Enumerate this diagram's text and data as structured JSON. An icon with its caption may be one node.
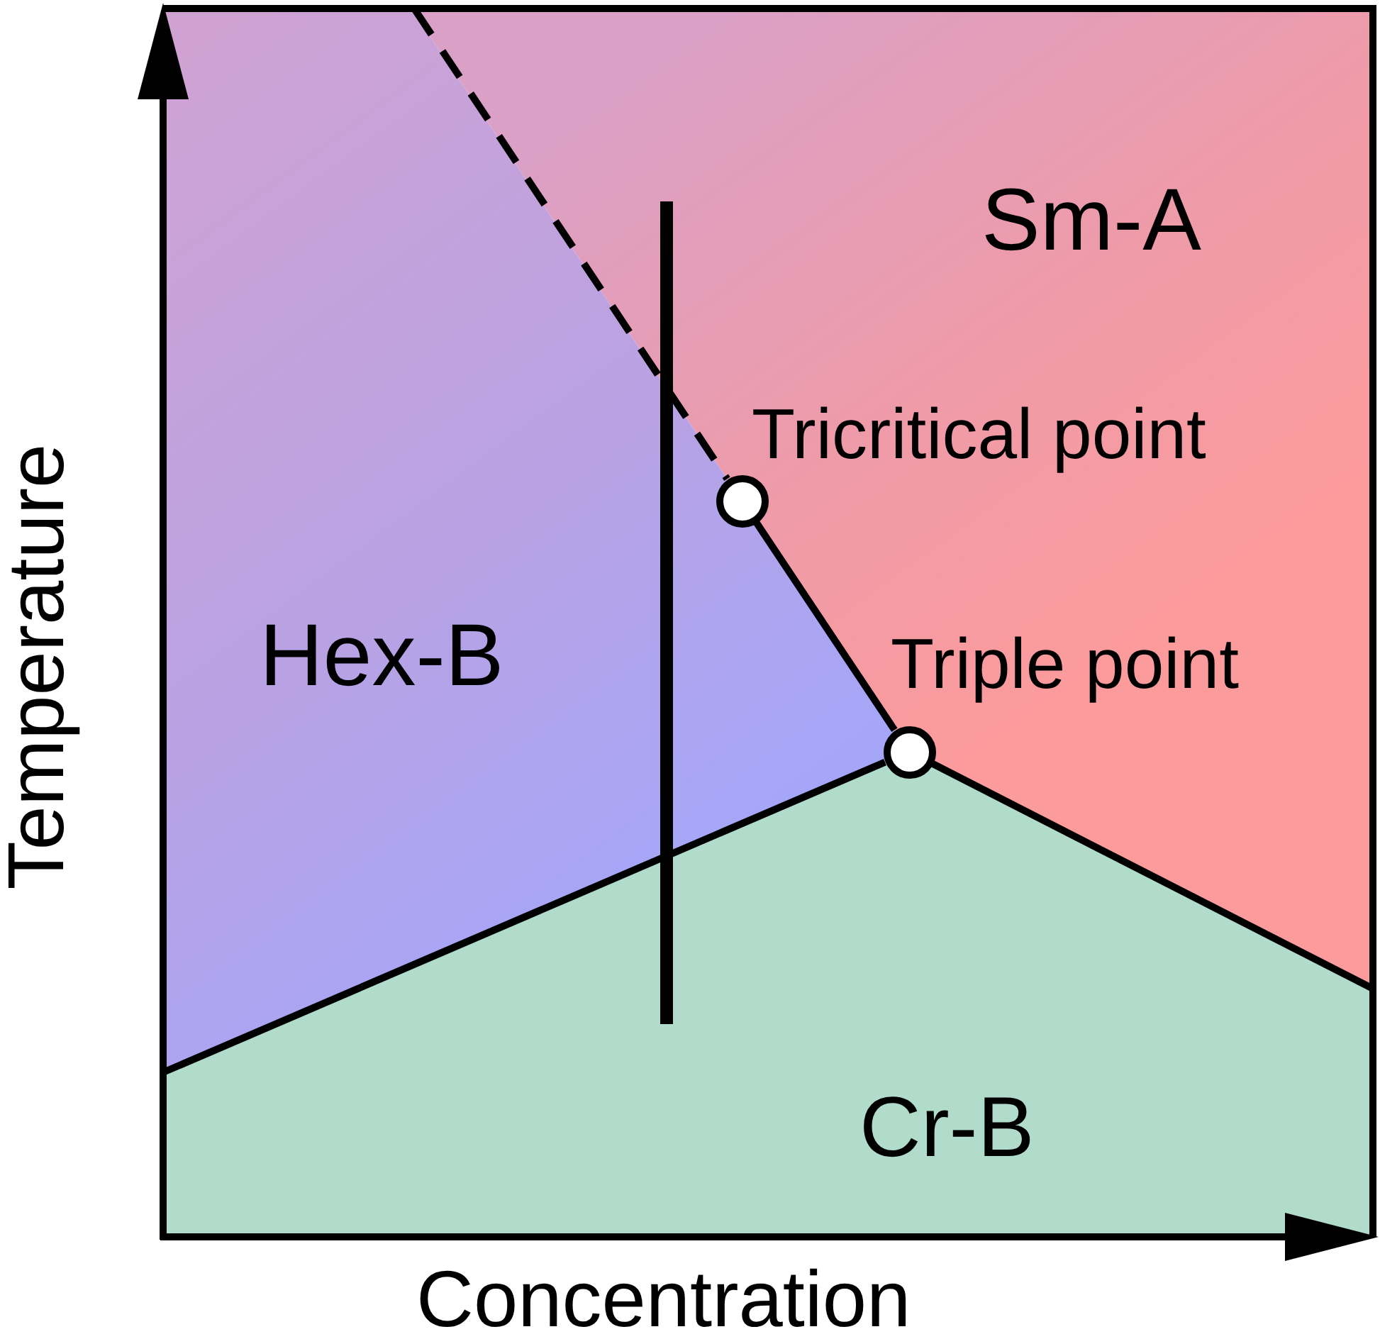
{
  "diagram": {
    "nodes": [
      {
        "text": [],
        "shape": "circle",
        "beside": [
          "Tricritical point"
        ]
      },
      {
        "text": [],
        "shape": "circle",
        "beside": [
          "Triple point"
        ]
      }
    ],
    "edges": [
      {
        "from": null,
        "to": 0,
        "arrow": "none",
        "style": "dashed"
      },
      {
        "from": 0,
        "to": 1,
        "arrow": "none"
      },
      {
        "from": null,
        "to": 1,
        "arrow": "none"
      },
      {
        "from": 1,
        "to": null,
        "arrow": "none"
      }
    ],
    "labels": [
      "Sm-A",
      "Temperature",
      "Hex-B",
      "Cr-B",
      "Concentration"
    ]
  }
}
